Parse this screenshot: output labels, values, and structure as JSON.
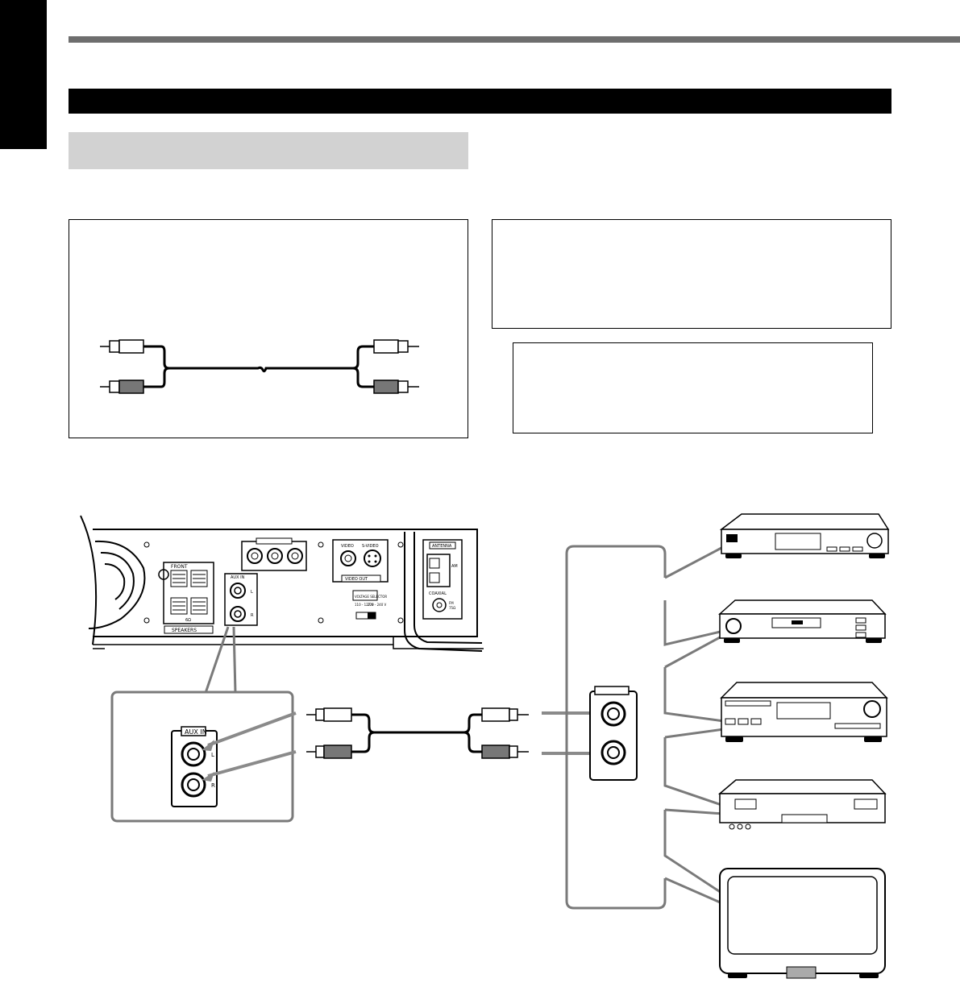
{
  "unit_labels": {
    "front_speakers": "FRONT",
    "speakers": "SPEAKERS",
    "impedance": "6Ω",
    "aux_in": "AUX IN",
    "aux_left": "L",
    "aux_right": "R",
    "video": "VIDEO",
    "s_video": "S-VIDEO",
    "video_out": "VIDEO OUT",
    "antenna": "ANTENNA",
    "am": "AM",
    "fm_coaxial": "COAXIAL",
    "fm": "FM",
    "fm_impedance": "75Ω",
    "voltage_selector": "VOLTAGE SELECTOR",
    "voltage_low": "110 - 127 V",
    "voltage_high": "220 - 240 V"
  },
  "callout_labels": {
    "aux_in": "AUX IN",
    "left": "L",
    "right": "R"
  },
  "colors": {
    "side_tab": "#000000",
    "top_rule": "#6e6e6e",
    "section_bar": "#000000",
    "subhead_box": "#d2d2d2",
    "connection_lines": "#7a7a7a"
  }
}
